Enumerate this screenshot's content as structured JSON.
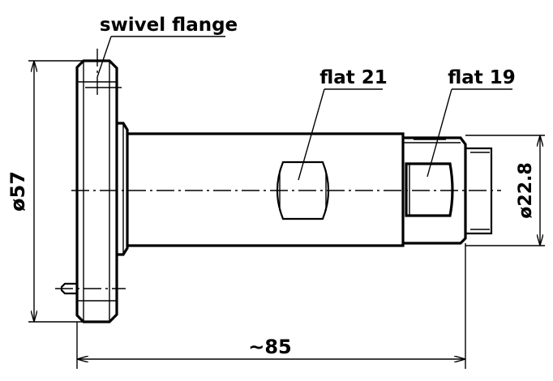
{
  "labels": {
    "swivel_flange": "swivel flange",
    "flat_21": "flat 21",
    "flat_19": "flat 19",
    "dia_57": "ø57",
    "dia_22_8": "ø22.8",
    "length": "~85"
  },
  "colors": {
    "line": "#000000",
    "background": "#ffffff"
  }
}
